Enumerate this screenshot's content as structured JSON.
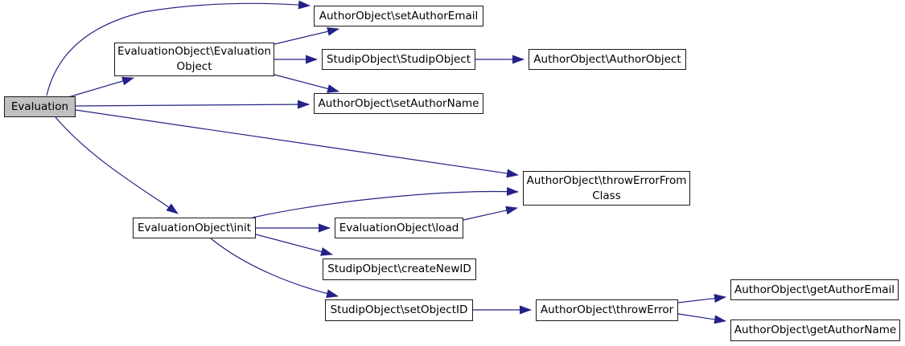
{
  "colors": {
    "background": "#ffffff",
    "edge": "#232387",
    "node_border": "#1a1a1a",
    "node_fill": "#ffffff",
    "highlight_fill": "#c0c0c0",
    "text": "#000000"
  },
  "diagram": {
    "type": "call-graph",
    "root": "Evaluation",
    "nodes": [
      {
        "id": "evaluation",
        "label": "Evaluation",
        "highlighted": true
      },
      {
        "id": "evaluation-object-ctor",
        "label": "EvaluationObject\\EvaluationObject",
        "lines": [
          "EvaluationObject\\Evaluation",
          "Object"
        ]
      },
      {
        "id": "set-author-email",
        "label": "AuthorObject\\setAuthorEmail"
      },
      {
        "id": "studip-object-ctor",
        "label": "StudipObject\\StudipObject"
      },
      {
        "id": "author-object-ctor",
        "label": "AuthorObject\\AuthorObject"
      },
      {
        "id": "set-author-name",
        "label": "AuthorObject\\setAuthorName"
      },
      {
        "id": "throw-error-from-class",
        "label": "AuthorObject\\throwErrorFromClass",
        "lines": [
          "AuthorObject\\throwErrorFrom",
          "Class"
        ]
      },
      {
        "id": "init",
        "label": "EvaluationObject\\init"
      },
      {
        "id": "load",
        "label": "EvaluationObject\\load"
      },
      {
        "id": "create-new-id",
        "label": "StudipObject\\createNewID"
      },
      {
        "id": "set-object-id",
        "label": "StudipObject\\setObjectID"
      },
      {
        "id": "throw-error",
        "label": "AuthorObject\\throwError"
      },
      {
        "id": "get-author-email",
        "label": "AuthorObject\\getAuthorEmail"
      },
      {
        "id": "get-author-name",
        "label": "AuthorObject\\getAuthorName"
      }
    ],
    "edges": [
      {
        "from": "evaluation",
        "to": "set-author-email"
      },
      {
        "from": "evaluation",
        "to": "evaluation-object-ctor"
      },
      {
        "from": "evaluation",
        "to": "set-author-name"
      },
      {
        "from": "evaluation",
        "to": "throw-error-from-class"
      },
      {
        "from": "evaluation",
        "to": "init"
      },
      {
        "from": "evaluation-object-ctor",
        "to": "set-author-email"
      },
      {
        "from": "evaluation-object-ctor",
        "to": "studip-object-ctor"
      },
      {
        "from": "evaluation-object-ctor",
        "to": "set-author-name"
      },
      {
        "from": "studip-object-ctor",
        "to": "author-object-ctor"
      },
      {
        "from": "init",
        "to": "throw-error-from-class"
      },
      {
        "from": "init",
        "to": "load"
      },
      {
        "from": "init",
        "to": "create-new-id"
      },
      {
        "from": "init",
        "to": "set-object-id"
      },
      {
        "from": "load",
        "to": "throw-error-from-class"
      },
      {
        "from": "set-object-id",
        "to": "throw-error"
      },
      {
        "from": "throw-error",
        "to": "get-author-email"
      },
      {
        "from": "throw-error",
        "to": "get-author-name"
      }
    ]
  }
}
